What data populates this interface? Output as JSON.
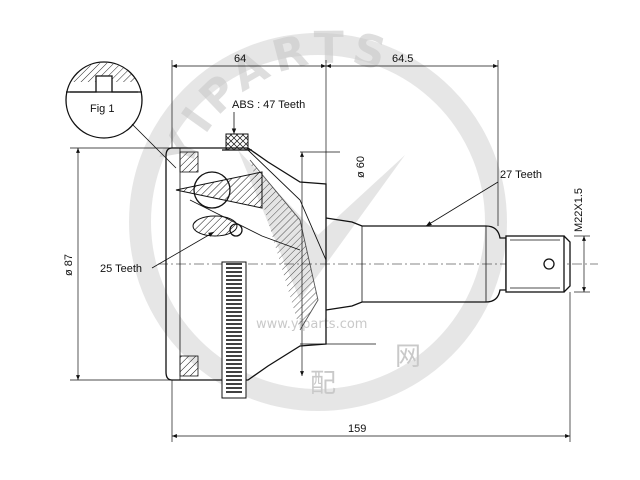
{
  "labels": {
    "fig": "Fig 1",
    "abs": "ABS : 47 Teeth",
    "outer_teeth": "27 Teeth",
    "inner_teeth": "25 Teeth",
    "thread": "M22X1.5"
  },
  "dimensions": {
    "len_left": "64",
    "len_right": "64.5",
    "len_total": "159",
    "dia_outer": "ø 87",
    "dia_seat": "ø 60"
  },
  "watermark": {
    "arc_text": "YIPARTS",
    "url": "www.yiparts.com",
    "cjk_1": "配",
    "cjk_2": "网"
  },
  "colors": {
    "line": "#111111",
    "watermark": "#c9c9c9"
  }
}
